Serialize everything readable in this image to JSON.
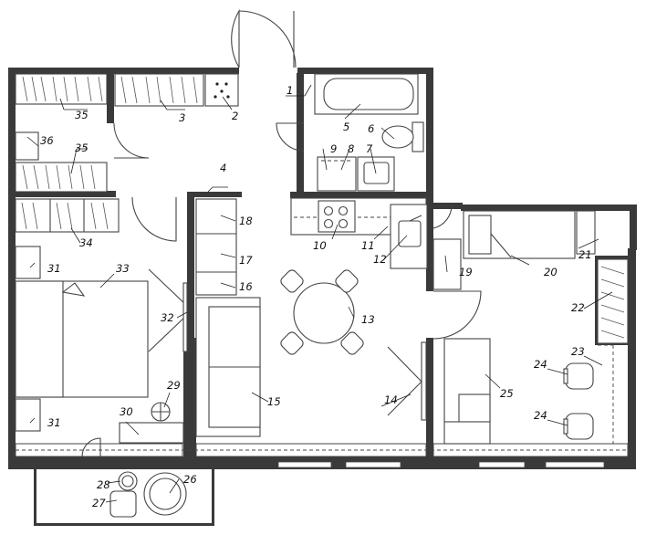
{
  "plan": {
    "labels": {
      "n1": "1",
      "n2": "2",
      "n3": "3",
      "n4": "4",
      "n5": "5",
      "n6": "6",
      "n7": "7",
      "n8": "8",
      "n9": "9",
      "n10": "10",
      "n11": "11",
      "n12": "12",
      "n13": "13",
      "n14": "14",
      "n15": "15",
      "n16": "16",
      "n17": "17",
      "n18": "18",
      "n19": "19",
      "n20": "20",
      "n21": "21",
      "n22": "22",
      "n23": "23",
      "n24a": "24",
      "n24b": "24",
      "n25": "25",
      "n26": "26",
      "n27": "27",
      "n28": "28",
      "n29": "29",
      "n30": "30",
      "n31a": "31",
      "n31b": "31",
      "n32": "32",
      "n33": "33",
      "n34": "34",
      "n35a": "35",
      "n35b": "35",
      "n36": "36"
    },
    "colors": {
      "wall": "#3a3a3a",
      "line": "#444444",
      "background": "#ffffff"
    }
  }
}
